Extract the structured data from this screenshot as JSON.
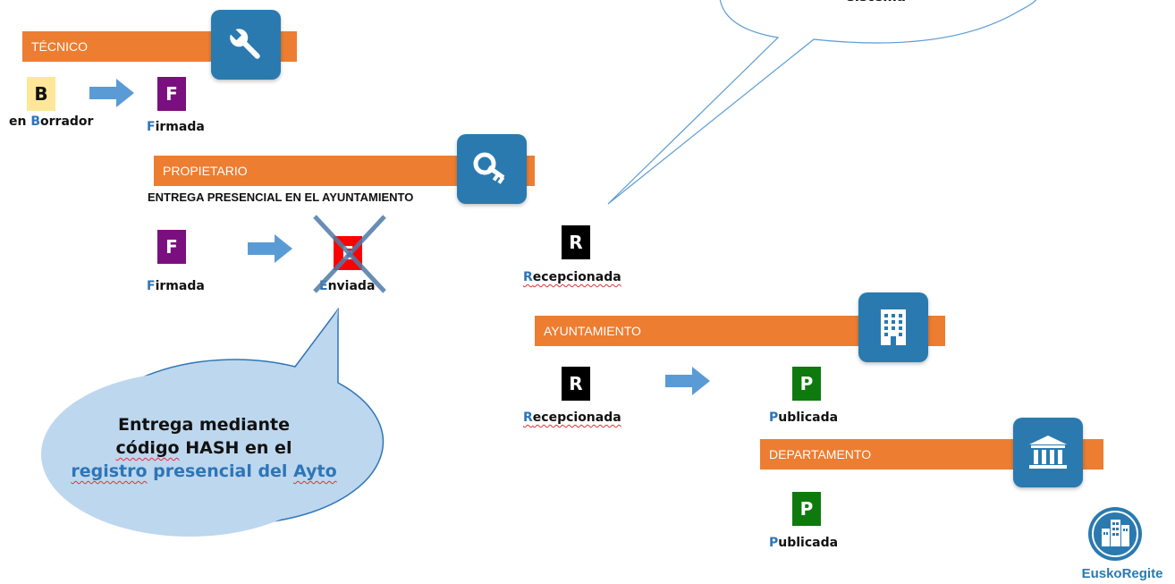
{
  "roles": {
    "tecnico": "TÉCNICO",
    "propietario": "PROPIETARIO",
    "ayuntamiento": "AYUNTAMIENTO",
    "departamento": "DEPARTAMENTO"
  },
  "entrega_presencial": "ENTREGA PRESENCIAL EN EL AYUNTAMIENTO",
  "states": {
    "b_letter": "B",
    "f_letter": "F",
    "e_letter": "E",
    "r_letter": "R",
    "p_letter": "P",
    "en_prefix": "en ",
    "borrador_init": "B",
    "borrador_rest": "orrador",
    "firmada_init": "F",
    "firmada_rest": "irmada",
    "enviada_init": "E",
    "enviada_rest": "nviada",
    "recep_init": "R",
    "recep_rest": "ecepcionada",
    "publ_init": "P",
    "publ_rest": "ublicada"
  },
  "bubble": {
    "line1": "Entrega mediante",
    "line2a": "código",
    "line2b": " HASH en el",
    "line3a": "registro",
    "line3b": " presencial del ",
    "line3c": "Ayto"
  },
  "top_bubble_text": "sistema",
  "brand": "EuskoRegite",
  "colors": {
    "bar": "#ED7D31",
    "icon_bg": "#2A7AB0",
    "borrador": "#FFE699",
    "firmada": "#7B0F7F",
    "enviada": "#FF0000",
    "recepcionada": "#000000",
    "publicada": "#0E7A0E",
    "arrow": "#5B9BD5",
    "bubble": "#BDD7EE"
  },
  "icons": {
    "tecnico": "wrench-icon",
    "propietario": "key-icon",
    "ayuntamiento": "building-icon",
    "departamento": "government-icon",
    "brand": "euskoregite-logo"
  }
}
